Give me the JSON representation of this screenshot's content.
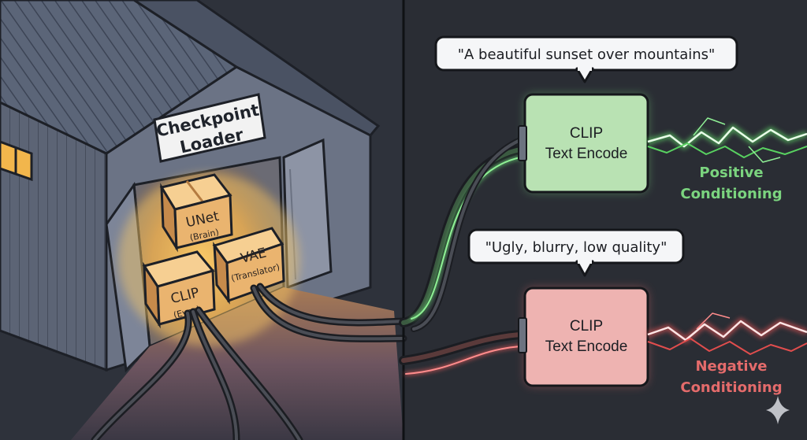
{
  "warehouse": {
    "sign_line1": "Checkpoint",
    "sign_line2": "Loader",
    "boxes": {
      "unet": {
        "name": "UNet",
        "sub": "(Brain)"
      },
      "clip": {
        "name": "CLIP",
        "sub": "(Eyes)"
      },
      "vae": {
        "name": "VAE",
        "sub": "(Translator)"
      }
    }
  },
  "positive": {
    "prompt": "\"A beautiful sunset over mountains\"",
    "node_line1": "CLIP",
    "node_line2": "Text Encode",
    "label_line1": "Positive",
    "label_line2": "Conditioning",
    "color": "#7bd47f",
    "node_fill": "#b9e2b3"
  },
  "negative": {
    "prompt": "\"Ugly, blurry, low quality\"",
    "node_line1": "CLIP",
    "node_line2": "Text Encode",
    "label_line1": "Negative",
    "label_line2": "Conditioning",
    "color": "#e46b6b",
    "node_fill": "#eeb3b1"
  },
  "icons": [
    "sparkle-icon"
  ]
}
